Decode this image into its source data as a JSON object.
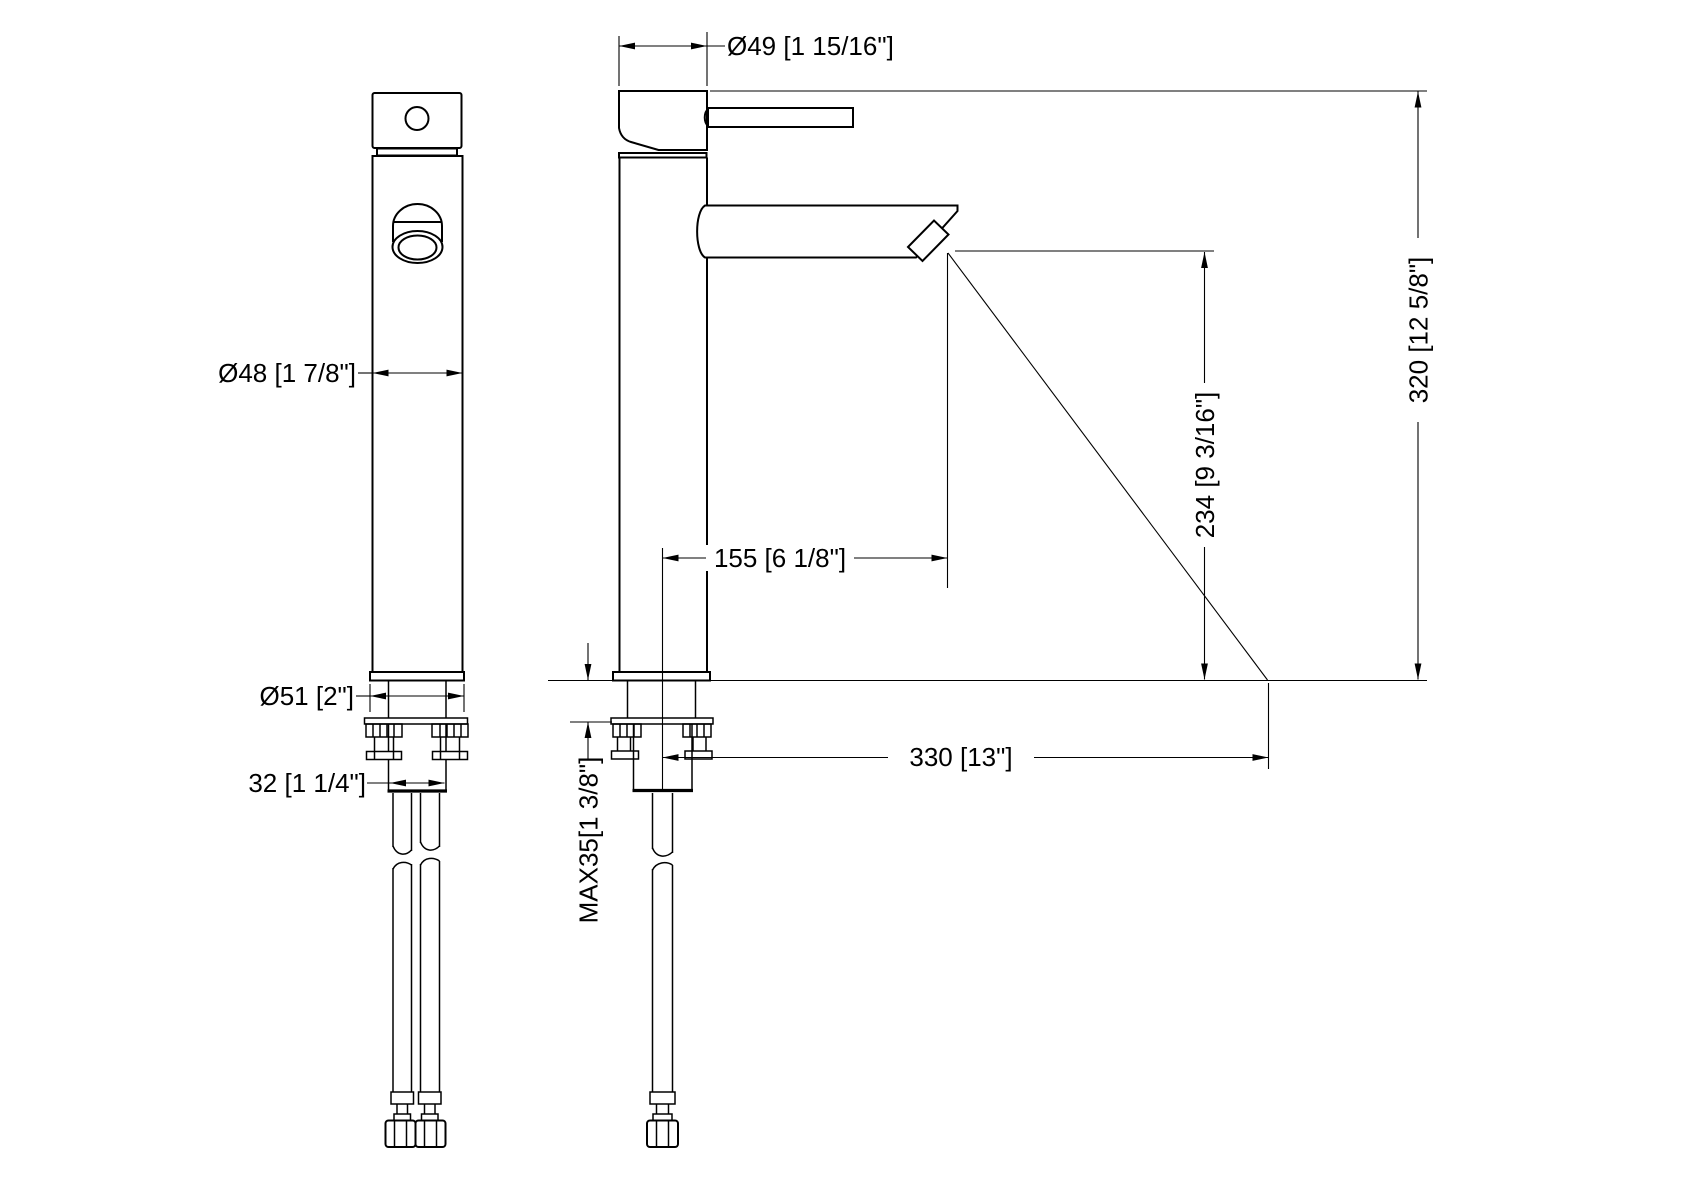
{
  "colors": {
    "line": "#000000",
    "background": "#ffffff"
  },
  "dimensions": {
    "handle_diameter": "Ø49 [1 15/16\"]",
    "body_diameter": "Ø48 [1 7/8\"]",
    "base_diameter": "Ø51 [2\"]",
    "shank_width": "32 [1 1/4\"]",
    "spout_reach": "155 [6 1/8\"]",
    "spout_outlet_height": "234 [9 3/16\"]",
    "overall_height": "320 [12 5/8\"]",
    "reach_overall": "330 [13\"]",
    "max_counter_thickness": "MAX35[1 3/8\"]"
  }
}
